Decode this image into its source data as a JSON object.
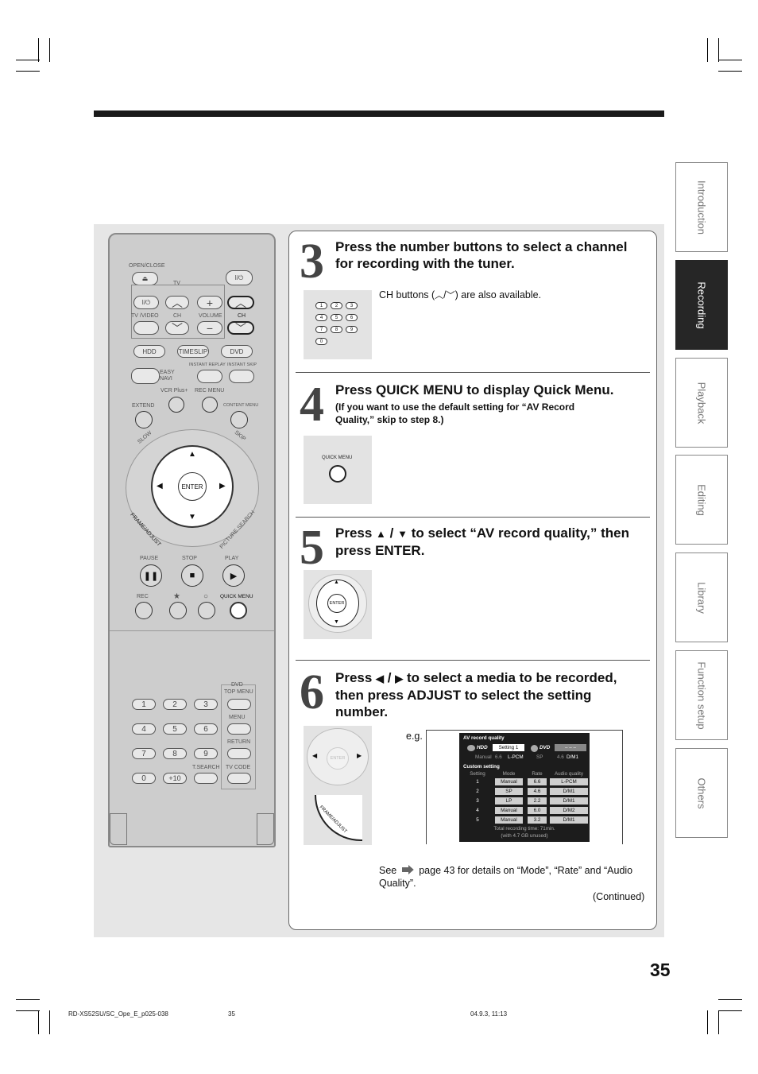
{
  "page_number": "35",
  "tabs": [
    {
      "label": "Introduction",
      "active": false
    },
    {
      "label": "Recording",
      "active": true
    },
    {
      "label": "Playback",
      "active": false
    },
    {
      "label": "Editing",
      "active": false
    },
    {
      "label": "Library",
      "active": false
    },
    {
      "label": "Function setup",
      "active": false
    },
    {
      "label": "Others",
      "active": false
    }
  ],
  "remote": {
    "open_close": "OPEN/CLOSE",
    "power": "I/⏻",
    "tv": "TV",
    "tv_power": "I/⏻",
    "plus": "+",
    "minus": "−",
    "tv_video": "TV /VIDEO",
    "ch": "CH",
    "volume": "VOLUME",
    "ch2": "CH",
    "hdd": "HDD",
    "timeslip": "TIMESLIP",
    "dvd": "DVD",
    "instant_replay": "INSTANT REPLAY",
    "instant_skip": "INSTANT SKIP",
    "easy_navi": "EASY NAVI",
    "vcr_plus": "VCR Plus+",
    "rec_menu": "REC MENU",
    "extend": "EXTEND",
    "content_menu": "CONTENT MENU",
    "slow": "SLOW",
    "skip": "SKIP",
    "enter": "ENTER",
    "frame_adjust": "FRAME/ADJUST",
    "picture_search": "PICTURE SEARCH",
    "pause": "PAUSE",
    "stop": "STOP",
    "play": "PLAY",
    "rec": "REC",
    "star": "★",
    "circle": "○",
    "quick_menu": "QUICK MENU",
    "dvd2": "DVD",
    "top_menu": "TOP MENU",
    "menu": "MENU",
    "return": "RETURN",
    "t_search": "T.SEARCH",
    "tv_code": "TV CODE",
    "n1": "1",
    "n2": "2",
    "n3": "3",
    "n4": "4",
    "n5": "5",
    "n6": "6",
    "n7": "7",
    "n8": "8",
    "n9": "9",
    "n0": "0",
    "plus10": "+10"
  },
  "steps": {
    "s3": {
      "num": "3",
      "title": "Press the number buttons to select a channel for recording with the tuner.",
      "note_before": "CH buttons (",
      "note_sep": "/",
      "note_after": ") are also available.",
      "keys": [
        "1",
        "2",
        "3",
        "4",
        "5",
        "6",
        "7",
        "8",
        "9",
        "0"
      ]
    },
    "s4": {
      "num": "4",
      "title": "Press QUICK MENU to display Quick Menu.",
      "sub": "(If you want to use the default setting for “AV Record Quality,” skip to step 8.)",
      "thumb_label": "QUICK MENU"
    },
    "s5": {
      "num": "5",
      "title_a": "Press ",
      "title_b": " / ",
      "title_c": " to select “AV record quality,” then press ENTER.",
      "enter": "ENTER"
    },
    "s6": {
      "num": "6",
      "title_a": "Press ",
      "title_b": " / ",
      "title_c": " to select a media to be recorded, then press ADJUST to select the setting number.",
      "eg": "e.g.",
      "enter": "ENTER",
      "frame_adjust": "FRAME/ADJUST"
    }
  },
  "screen": {
    "title": "AV record quality",
    "hdd": "HDD",
    "setting": "Setting 1",
    "dvd": "DVD",
    "dashes": "– – –",
    "hdd_mode": "Manual",
    "hdd_rate": "6.6",
    "hdd_audio": "L-PCM",
    "dvd_mode": "SP",
    "dvd_rate": "4.6",
    "dvd_audio": "D/M1",
    "custom": "Custom setting",
    "headers": [
      "Setting",
      "Mode",
      "Rate",
      "Audio quality"
    ],
    "rows": [
      {
        "setting": "1",
        "mode": "Manual",
        "rate": "6.6",
        "audio": "L-PCM"
      },
      {
        "setting": "2",
        "mode": "SP",
        "rate": "4.6",
        "audio": "D/M1"
      },
      {
        "setting": "3",
        "mode": "LP",
        "rate": "2.2",
        "audio": "D/M1"
      },
      {
        "setting": "4",
        "mode": "Manual",
        "rate": "6.0",
        "audio": "D/M2"
      },
      {
        "setting": "5",
        "mode": "Manual",
        "rate": "3.2",
        "audio": "D/M1"
      }
    ],
    "total1": "Total recording time: 71min.",
    "total2": "(with 4.7 GB unused)"
  },
  "see": {
    "before": "See",
    "after": "page 43 for details on “Mode”, “Rate” and “Audio Quality”."
  },
  "continued": "(Continued)",
  "footer": {
    "file": "RD-XS52SU/SC_Ope_E_p025-038",
    "page": "35",
    "date": "04.9.3, 11:13"
  }
}
